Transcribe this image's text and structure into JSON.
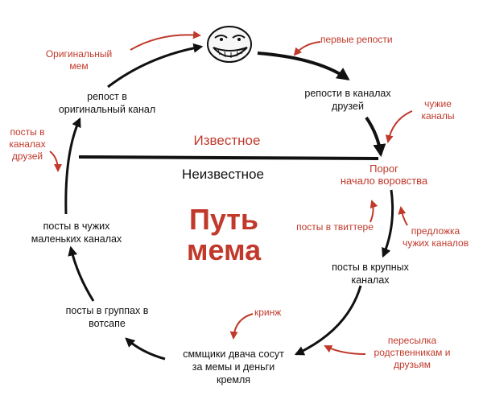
{
  "diagram": {
    "title": [
      "Путь",
      "мема"
    ],
    "divider": {
      "above": "Известное",
      "below": "Неизвестное"
    },
    "nodes": {
      "repost_original": [
        "репост в",
        "оригинальный канал"
      ],
      "friends_channels": [
        "репости в каналах",
        "друзей"
      ],
      "threshold": [
        "Порог",
        "начало воровства"
      ],
      "big_channels": [
        "посты в крупных",
        "каналах"
      ],
      "smm": [
        "сммщики двача сосут",
        "за мемы и деньги",
        "кремля"
      ],
      "whatsapp": [
        "посты в группах в",
        "вотсапе"
      ],
      "small_channels": [
        "посты в чужих",
        "маленьких каналах"
      ]
    },
    "annotations": {
      "original_meme": [
        "Оригинальный",
        "мем"
      ],
      "first_reposts": "первые репости",
      "foreign_channels": [
        "чужие",
        "каналы"
      ],
      "posts_friends_channels": [
        "посты в",
        "каналах",
        "друзей"
      ],
      "twitter": "посты в твиттере",
      "suggest": [
        "предложка",
        "чужих каналов"
      ],
      "cringe": "кринж",
      "forwarding": [
        "пересылка",
        "родственникам и",
        "друзьям"
      ]
    },
    "icons": {
      "meme_face": "troll-face-icon"
    },
    "colors": {
      "accent": "#c0392b",
      "ink": "#111111"
    }
  }
}
